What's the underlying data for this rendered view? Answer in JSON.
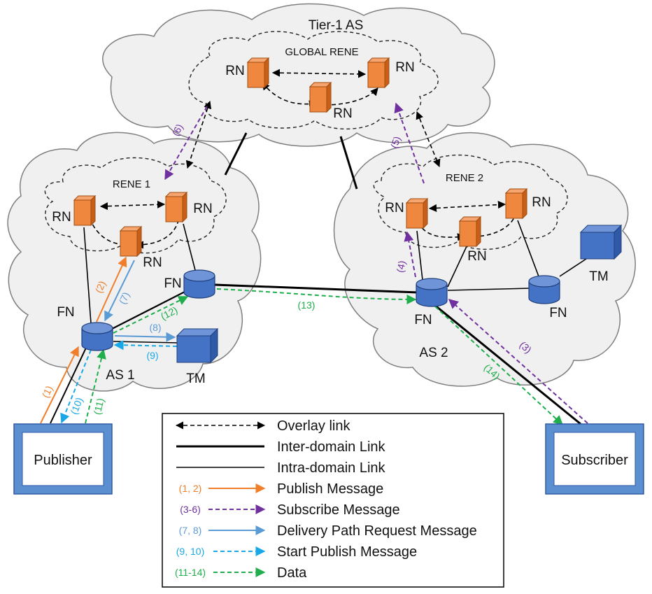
{
  "colors": {
    "orange": "#f07e2a",
    "purple": "#7030a0",
    "light_blue": "#5b9bd5",
    "cyan": "#18a8e8",
    "green": "#1fae4b",
    "cloud_fill": "#f0f0f0",
    "router_fill": "#f0873e",
    "node_blue": "#4472c4",
    "host_blue": "#5b8fd0"
  },
  "clouds": {
    "tier1": "Tier-1 AS",
    "global_rene": "GLOBAL RENE",
    "as1": "AS 1",
    "as2": "AS 2",
    "rene1": "RENE 1",
    "rene2": "RENE 2"
  },
  "nodes": {
    "rn": "RN",
    "fn": "FN",
    "tm": "TM"
  },
  "hosts": {
    "publisher": "Publisher",
    "subscriber": "Subscriber"
  },
  "steps": {
    "s1": "(1)",
    "s2": "(2)",
    "s3": "(3)",
    "s4": "(4)",
    "s5": "(5)",
    "s6": "(6)",
    "s7": "(7)",
    "s8": "(8)",
    "s9": "(9)",
    "s10": "(10)",
    "s11": "(11)",
    "s12": "(12)",
    "s13": "(13)",
    "s14": "(14)"
  },
  "legend": [
    {
      "tag": "",
      "label": "Overlay link",
      "style": "overlay"
    },
    {
      "tag": "",
      "label": "Inter-domain Link",
      "style": "inter"
    },
    {
      "tag": "",
      "label": "Intra-domain Link",
      "style": "intra"
    },
    {
      "tag": "(1, 2)",
      "label": "Publish Message",
      "style": "orange"
    },
    {
      "tag": "(3-6)",
      "label": "Subscribe Message",
      "style": "purple"
    },
    {
      "tag": "(7, 8)",
      "label": "Delivery Path Request Message",
      "style": "lightblue"
    },
    {
      "tag": "(9, 10)",
      "label": "Start Publish Message",
      "style": "cyan"
    },
    {
      "tag": "(11-14)",
      "label": "Data",
      "style": "green"
    }
  ]
}
